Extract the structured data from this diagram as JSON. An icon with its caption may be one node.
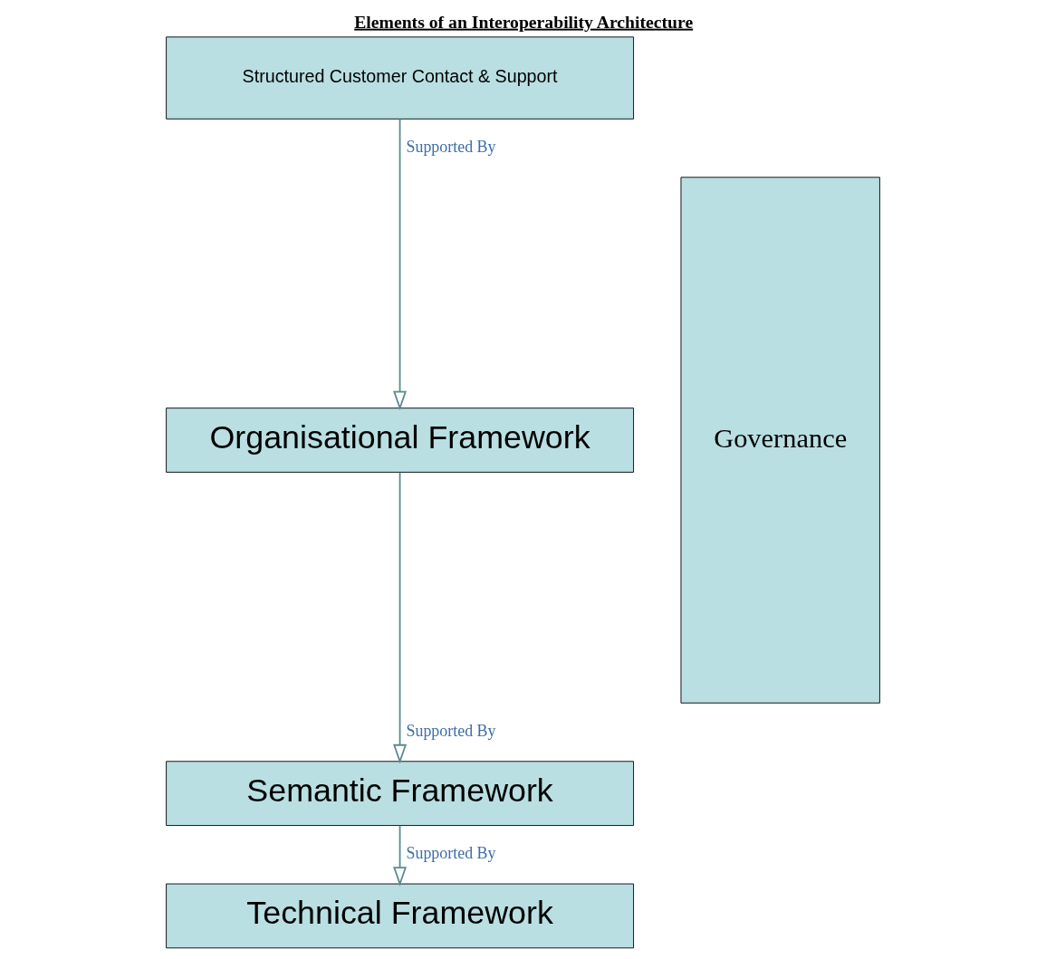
{
  "diagram": {
    "title": "Elements of an Interoperability Architecture",
    "nodes": [
      {
        "text": [
          "Structured Customer Contact & Support"
        ]
      },
      {
        "text": [
          "Organisational Framework"
        ]
      },
      {
        "text": [
          "Semantic Framework"
        ]
      },
      {
        "text": [
          "Technical Framework"
        ]
      },
      {
        "text": [
          "Governance"
        ]
      }
    ],
    "edges": [
      {
        "from": 0,
        "to": 1,
        "arrow": "to",
        "label": "Supported By"
      },
      {
        "from": 1,
        "to": 2,
        "arrow": "to",
        "label": "Supported By"
      },
      {
        "from": 2,
        "to": 3,
        "arrow": "to",
        "label": "Supported By"
      }
    ]
  }
}
